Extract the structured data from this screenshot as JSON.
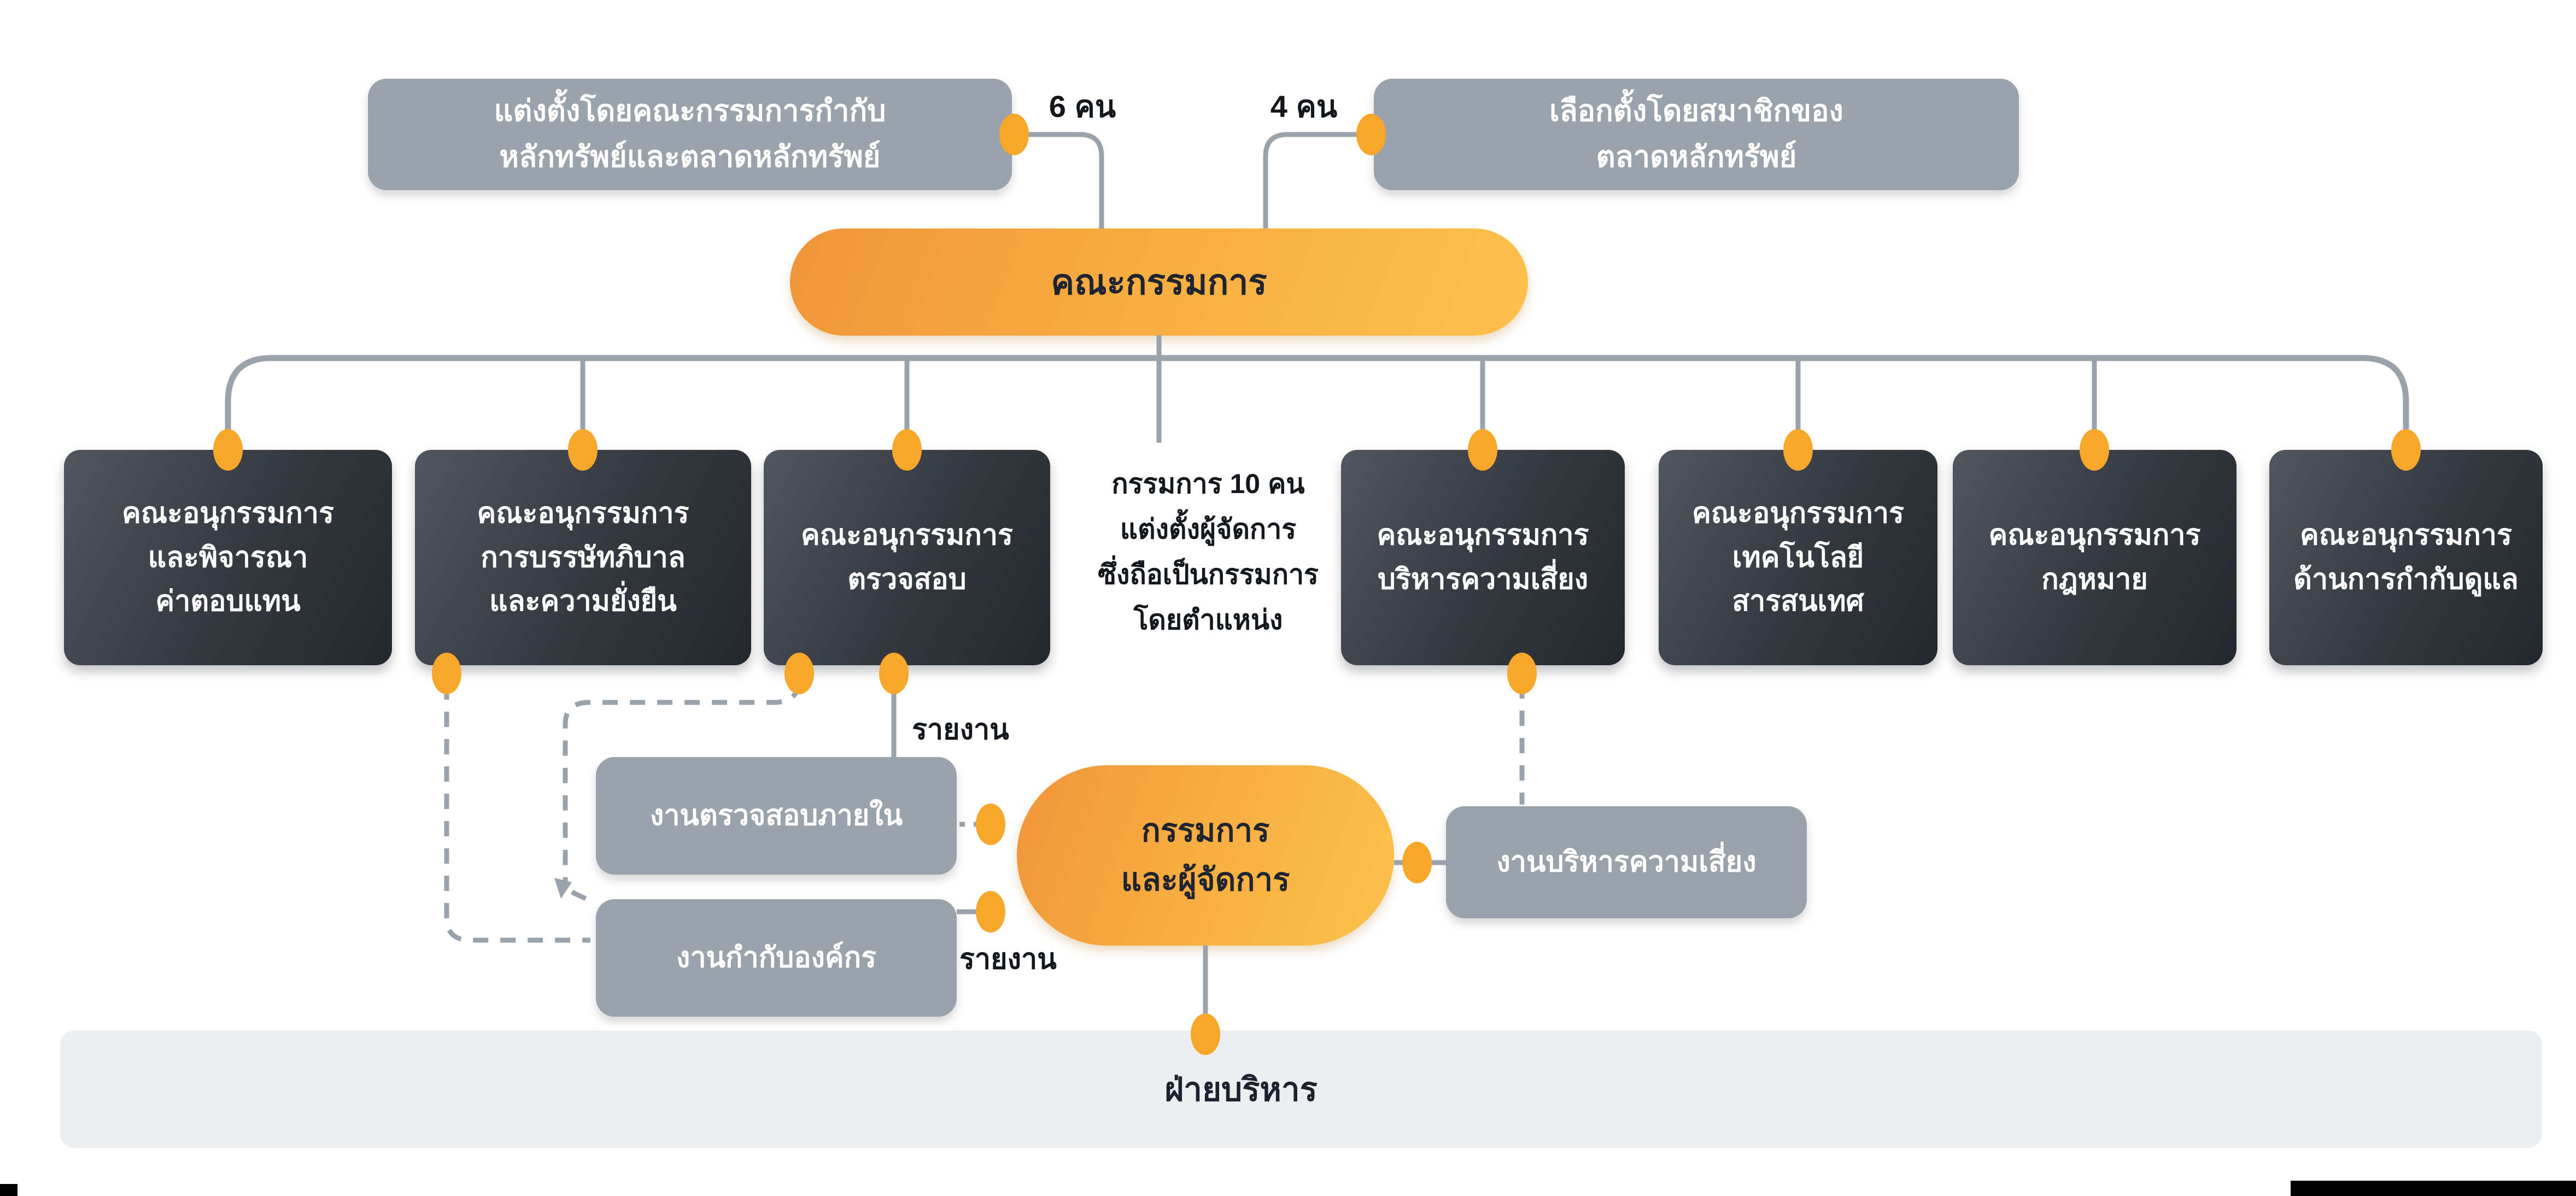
{
  "colors": {
    "accent_orange": "#F9A72B",
    "pill_gradient_start": "#F0953A",
    "pill_gradient_end": "#FDC14B",
    "gray_box": "#9AA2AB",
    "dark_box": "#2B3038",
    "connector_gray": "#9AA3AC",
    "exec_bar_bg": "#ECEEF0",
    "text_dark": "#1E2530",
    "text_white": "#FFFFFF"
  },
  "top": {
    "left_box": {
      "line1": "แต่งตั้งโดยคณะกรรมการกำกับ",
      "line2": "หลักทรัพย์และตลาดหลักทรัพย์"
    },
    "left_count": "6 คน",
    "right_count": "4 คน",
    "right_box": {
      "line1": "เลือกตั้งโดยสมาชิกของ",
      "line2": "ตลาดหลักทรัพย์"
    }
  },
  "board": {
    "label": "คณะกรรมการ"
  },
  "board_note": {
    "line1": "กรรมการ 10 คน",
    "line2": "แต่งตั้งผู้จัดการ",
    "line3": "ซึ่งถือเป็นกรรมการ",
    "line4": "โดยตำแหน่ง"
  },
  "subcommittees": [
    {
      "line1": "คณะอนุกรรมการ",
      "line2": "และพิจารณา",
      "line3": "ค่าตอบแทน"
    },
    {
      "line1": "คณะอนุกรรมการ",
      "line2": "การบรรษัทภิบาล",
      "line3": "และความยั่งยืน"
    },
    {
      "line1": "คณะอนุกรรมการ",
      "line2": "ตรวจสอบ",
      "line3": ""
    },
    {
      "line1": "คณะอนุกรรมการ",
      "line2": "บริหารความเสี่ยง",
      "line3": ""
    },
    {
      "line1": "คณะอนุกรรมการ",
      "line2": "เทคโนโลยี",
      "line3": "สารสนเทศ"
    },
    {
      "line1": "คณะอนุกรรมการ",
      "line2": "กฎหมาย",
      "line3": ""
    },
    {
      "line1": "คณะอนุกรรมการ",
      "line2": "ด้านการกำกับดูแล",
      "line3": ""
    }
  ],
  "management": {
    "line1": "กรรมการ",
    "line2": "และผู้จัดการ"
  },
  "functions": {
    "internal_audit": "งานตรวจสอบภายใน",
    "corporate_governance": "งานกำกับองค์กร",
    "risk_management": "งานบริหารความเสี่ยง"
  },
  "report_labels": {
    "audit_report": "รายงาน",
    "governance_report": "รายงาน"
  },
  "executive_bar": {
    "label": "ฝ่ายบริหาร"
  }
}
